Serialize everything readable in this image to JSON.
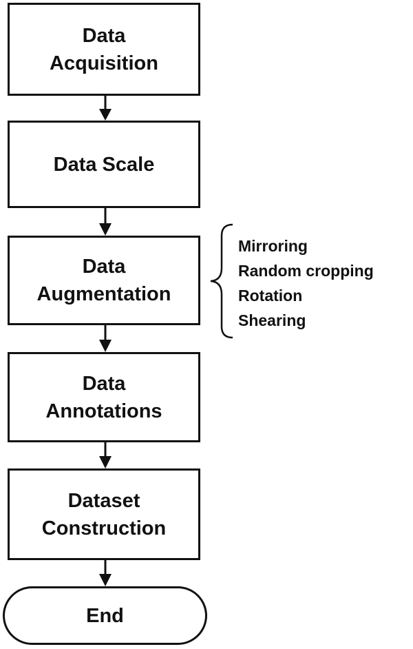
{
  "flowchart": {
    "steps": [
      {
        "lines": [
          "Data",
          "Acquisition"
        ]
      },
      {
        "lines": [
          "Data Scale"
        ]
      },
      {
        "lines": [
          "Data",
          "Augmentation"
        ]
      },
      {
        "lines": [
          "Data",
          "Annotations"
        ]
      },
      {
        "lines": [
          "Dataset",
          "Construction"
        ]
      }
    ],
    "end_label": "End",
    "augmentation_methods": [
      "Mirroring",
      "Random cropping",
      "Rotation",
      "Shearing"
    ]
  },
  "colors": {
    "stroke": "#111111",
    "background": "#ffffff"
  }
}
